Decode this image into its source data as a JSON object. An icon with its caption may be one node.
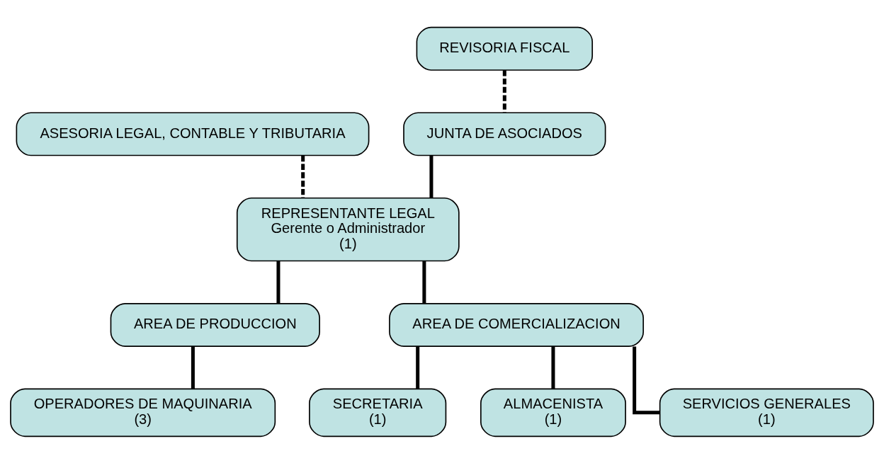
{
  "diagram": {
    "nodes": [
      {
        "text": [
          "JUNTA DE ASOCIADOS"
        ]
      },
      {
        "text": [
          "REVISORIA FISCAL"
        ]
      },
      {
        "text": [
          "REPRESENTANTE LEGAL",
          "Gerente o Administrador",
          "(1)"
        ]
      },
      {
        "text": [
          "ASESORIA LEGAL, CONTABLE Y TRIBUTARIA"
        ]
      },
      {
        "text": [
          "AREA DE PRODUCCION"
        ]
      },
      {
        "text": [
          "AREA DE COMERCIALIZACION"
        ]
      },
      {
        "text": [
          "OPERADORES DE MAQUINARIA",
          "(3)"
        ]
      },
      {
        "text": [
          "SECRETARIA",
          "(1)"
        ]
      },
      {
        "text": [
          "ALMACENISTA",
          "(1)"
        ]
      },
      {
        "text": [
          "SERVICIOS GENERALES",
          "(1)"
        ]
      }
    ],
    "edges": [
      {
        "from": 0,
        "to": 2,
        "arrow": "none"
      },
      {
        "from": 1,
        "to": 0,
        "arrow": "none",
        "style": "dashed"
      },
      {
        "from": 3,
        "to": 2,
        "arrow": "none",
        "style": "dashed"
      },
      {
        "from": 2,
        "to": 4,
        "arrow": "none"
      },
      {
        "from": 2,
        "to": 5,
        "arrow": "none"
      },
      {
        "from": 4,
        "to": 6,
        "arrow": "none"
      },
      {
        "from": 5,
        "to": 7,
        "arrow": "none"
      },
      {
        "from": 5,
        "to": 8,
        "arrow": "none"
      },
      {
        "from": 5,
        "to": 9,
        "arrow": "none"
      }
    ]
  }
}
